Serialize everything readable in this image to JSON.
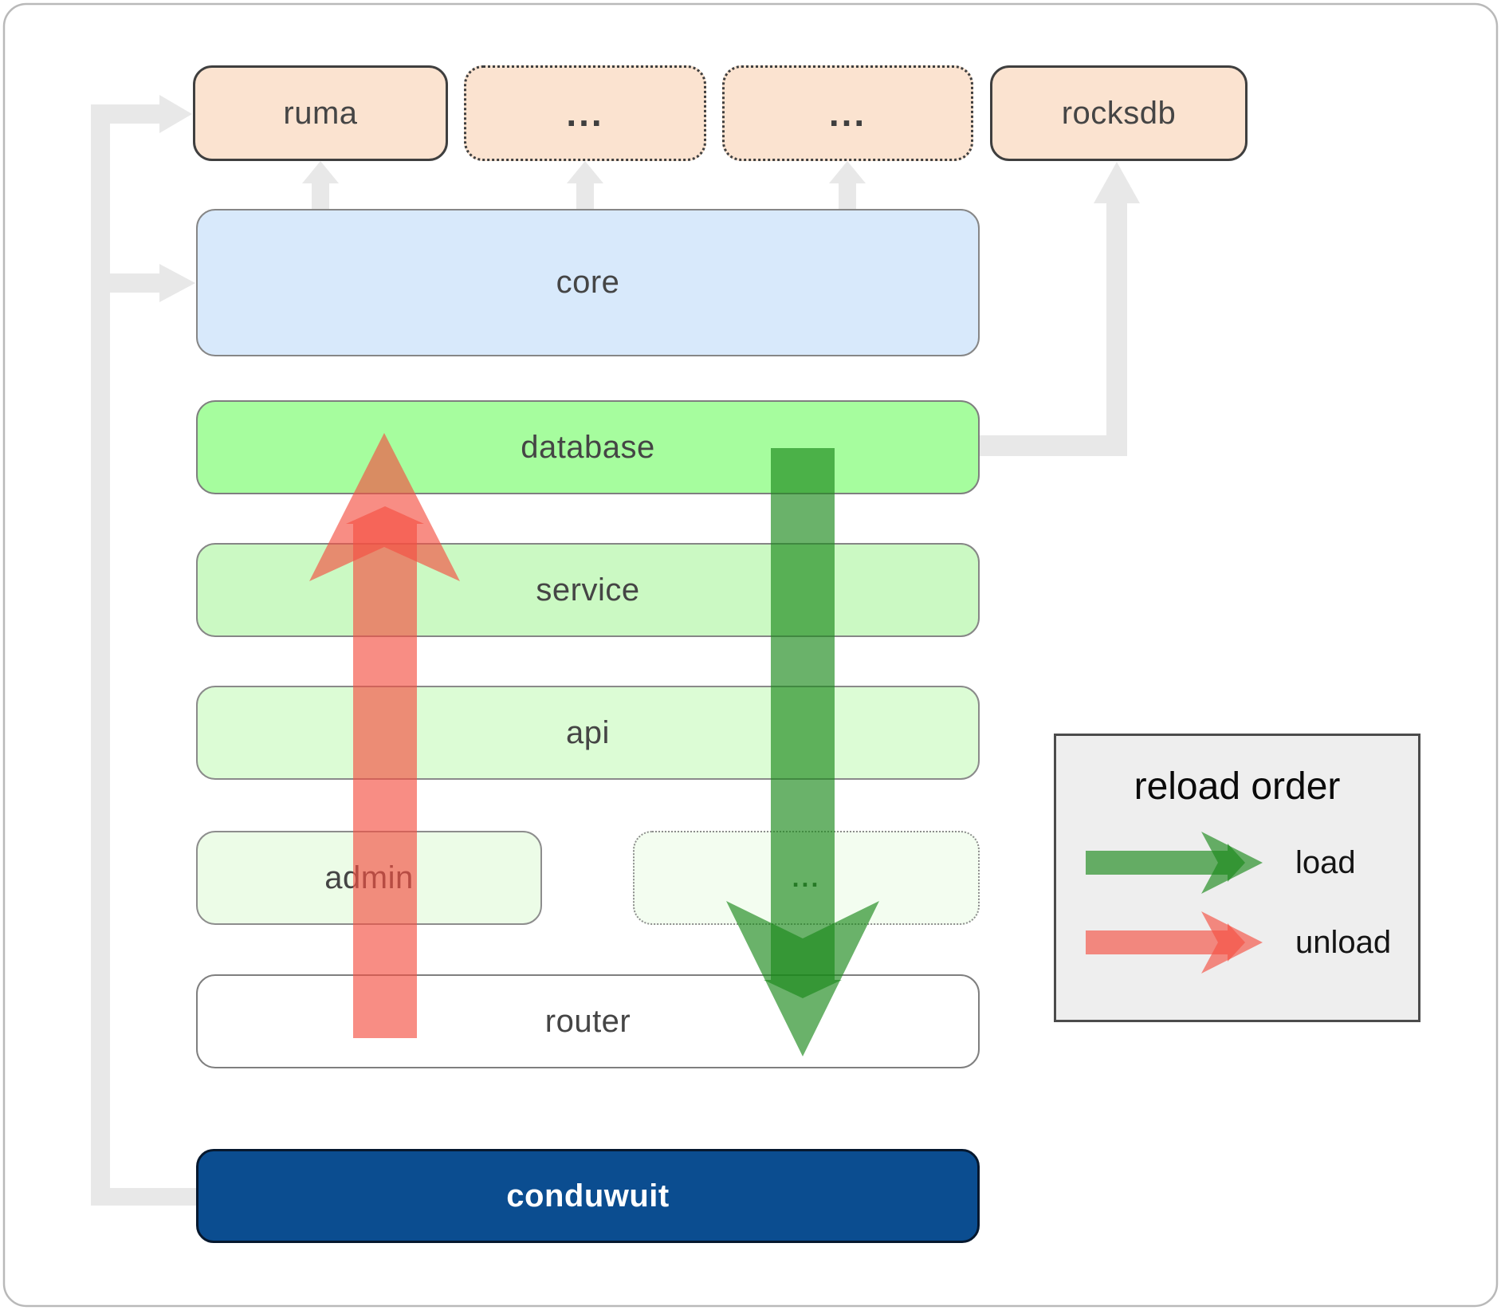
{
  "top_row": {
    "ruma": "ruma",
    "ellipsis_a": "...",
    "ellipsis_b": "...",
    "rocksdb": "rocksdb"
  },
  "layers": {
    "core": "core",
    "database": "database",
    "service": "service",
    "api": "api",
    "admin": "admin",
    "admin_ellipsis": "...",
    "router": "router"
  },
  "app": {
    "name": "conduwuit"
  },
  "legend": {
    "title": "reload order",
    "load_label": "load",
    "unload_label": "unload"
  },
  "colors": {
    "load_green": "#1a891a",
    "unload_red": "#f55042",
    "connector_gray": "#e8e8e8",
    "conduwuit_blue": "#0b4d90",
    "database_green": "#a6fd9e",
    "core_blue": "#d8e9fb",
    "module_peach": "#fbe3d0"
  }
}
